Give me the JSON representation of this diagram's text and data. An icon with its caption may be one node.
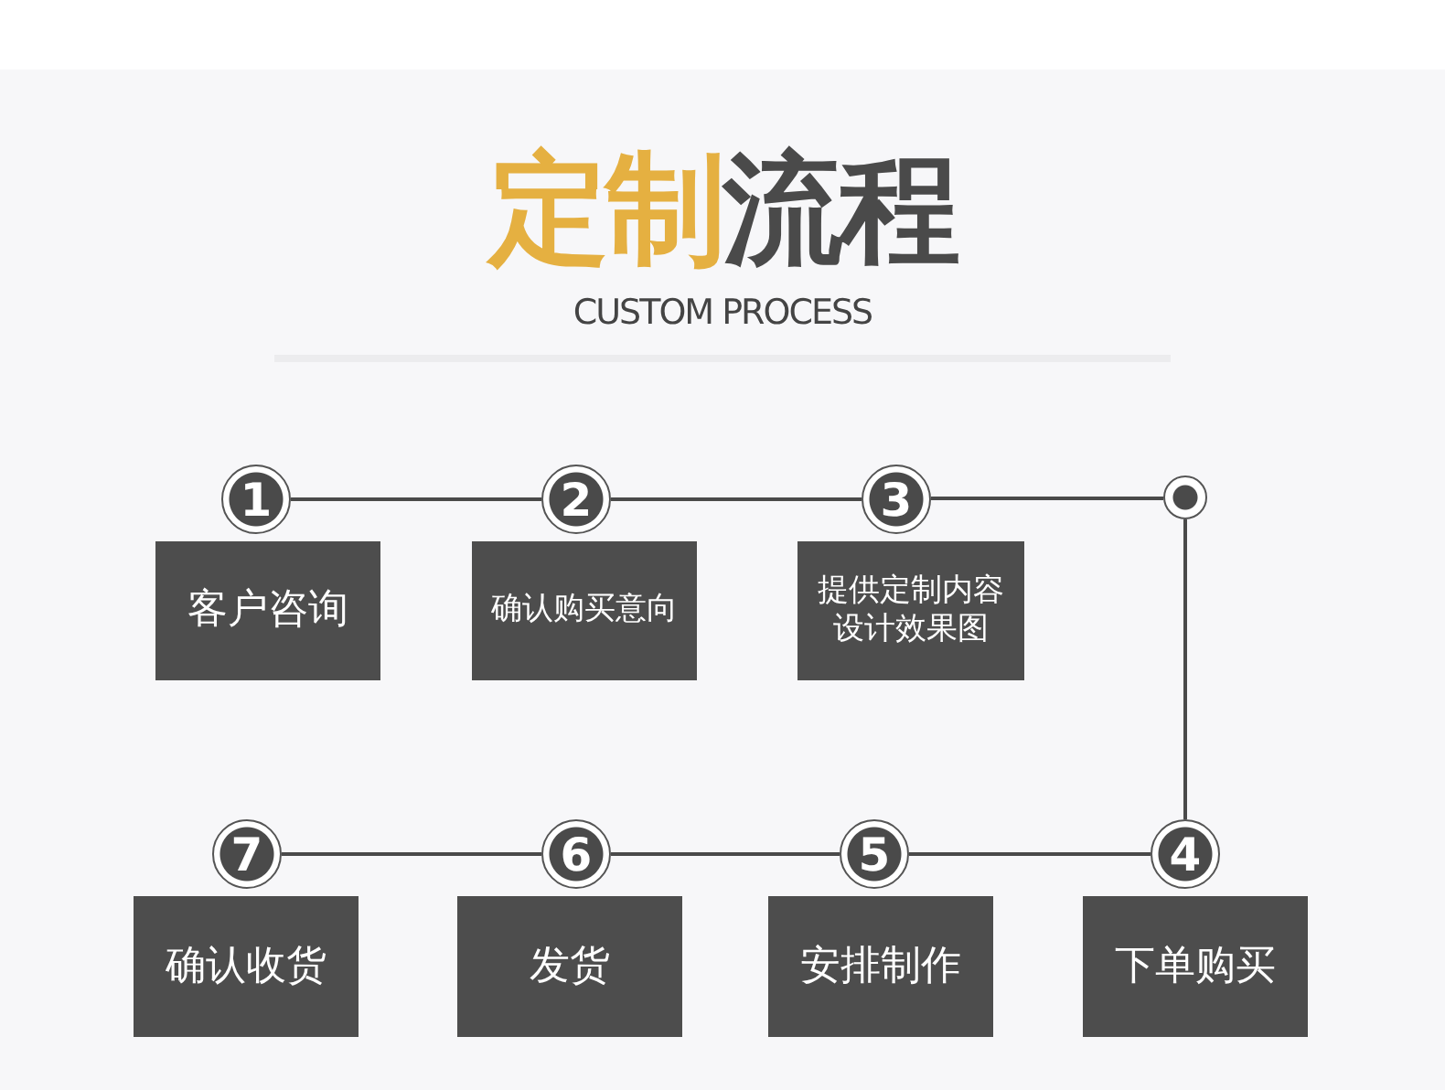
{
  "diagram": {
    "title": "定制流程",
    "nodes": [
      {
        "text": [
          "1"
        ]
      },
      {
        "text": [
          "客户咨询"
        ]
      },
      {
        "text": [
          "2"
        ]
      },
      {
        "text": [
          "确认购买意向"
        ]
      },
      {
        "text": [
          "3"
        ]
      },
      {
        "text": [
          "提供定制内容设计效果图"
        ]
      },
      {
        "text": [],
        "shape": "circle"
      },
      {
        "text": [
          "4"
        ]
      },
      {
        "text": [
          "下单购买"
        ]
      },
      {
        "text": [
          "5"
        ]
      },
      {
        "text": [
          "安排制作"
        ]
      },
      {
        "text": [
          "6"
        ]
      },
      {
        "text": [
          "发货"
        ]
      },
      {
        "text": [
          "7"
        ]
      },
      {
        "text": [
          "确认收货"
        ]
      }
    ],
    "edges": [
      {
        "from": 0,
        "to": 2,
        "arrow": "none"
      },
      {
        "from": 2,
        "to": 4,
        "arrow": "none"
      },
      {
        "from": 4,
        "to": 6,
        "arrow": "none"
      },
      {
        "from": 6,
        "to": 7,
        "arrow": "none"
      },
      {
        "from": 7,
        "to": 9,
        "arrow": "none"
      },
      {
        "from": 9,
        "to": 11,
        "arrow": "none"
      },
      {
        "from": 11,
        "to": 13,
        "arrow": "none"
      }
    ],
    "labels": [
      "CUSTOM PROCESS"
    ]
  }
}
